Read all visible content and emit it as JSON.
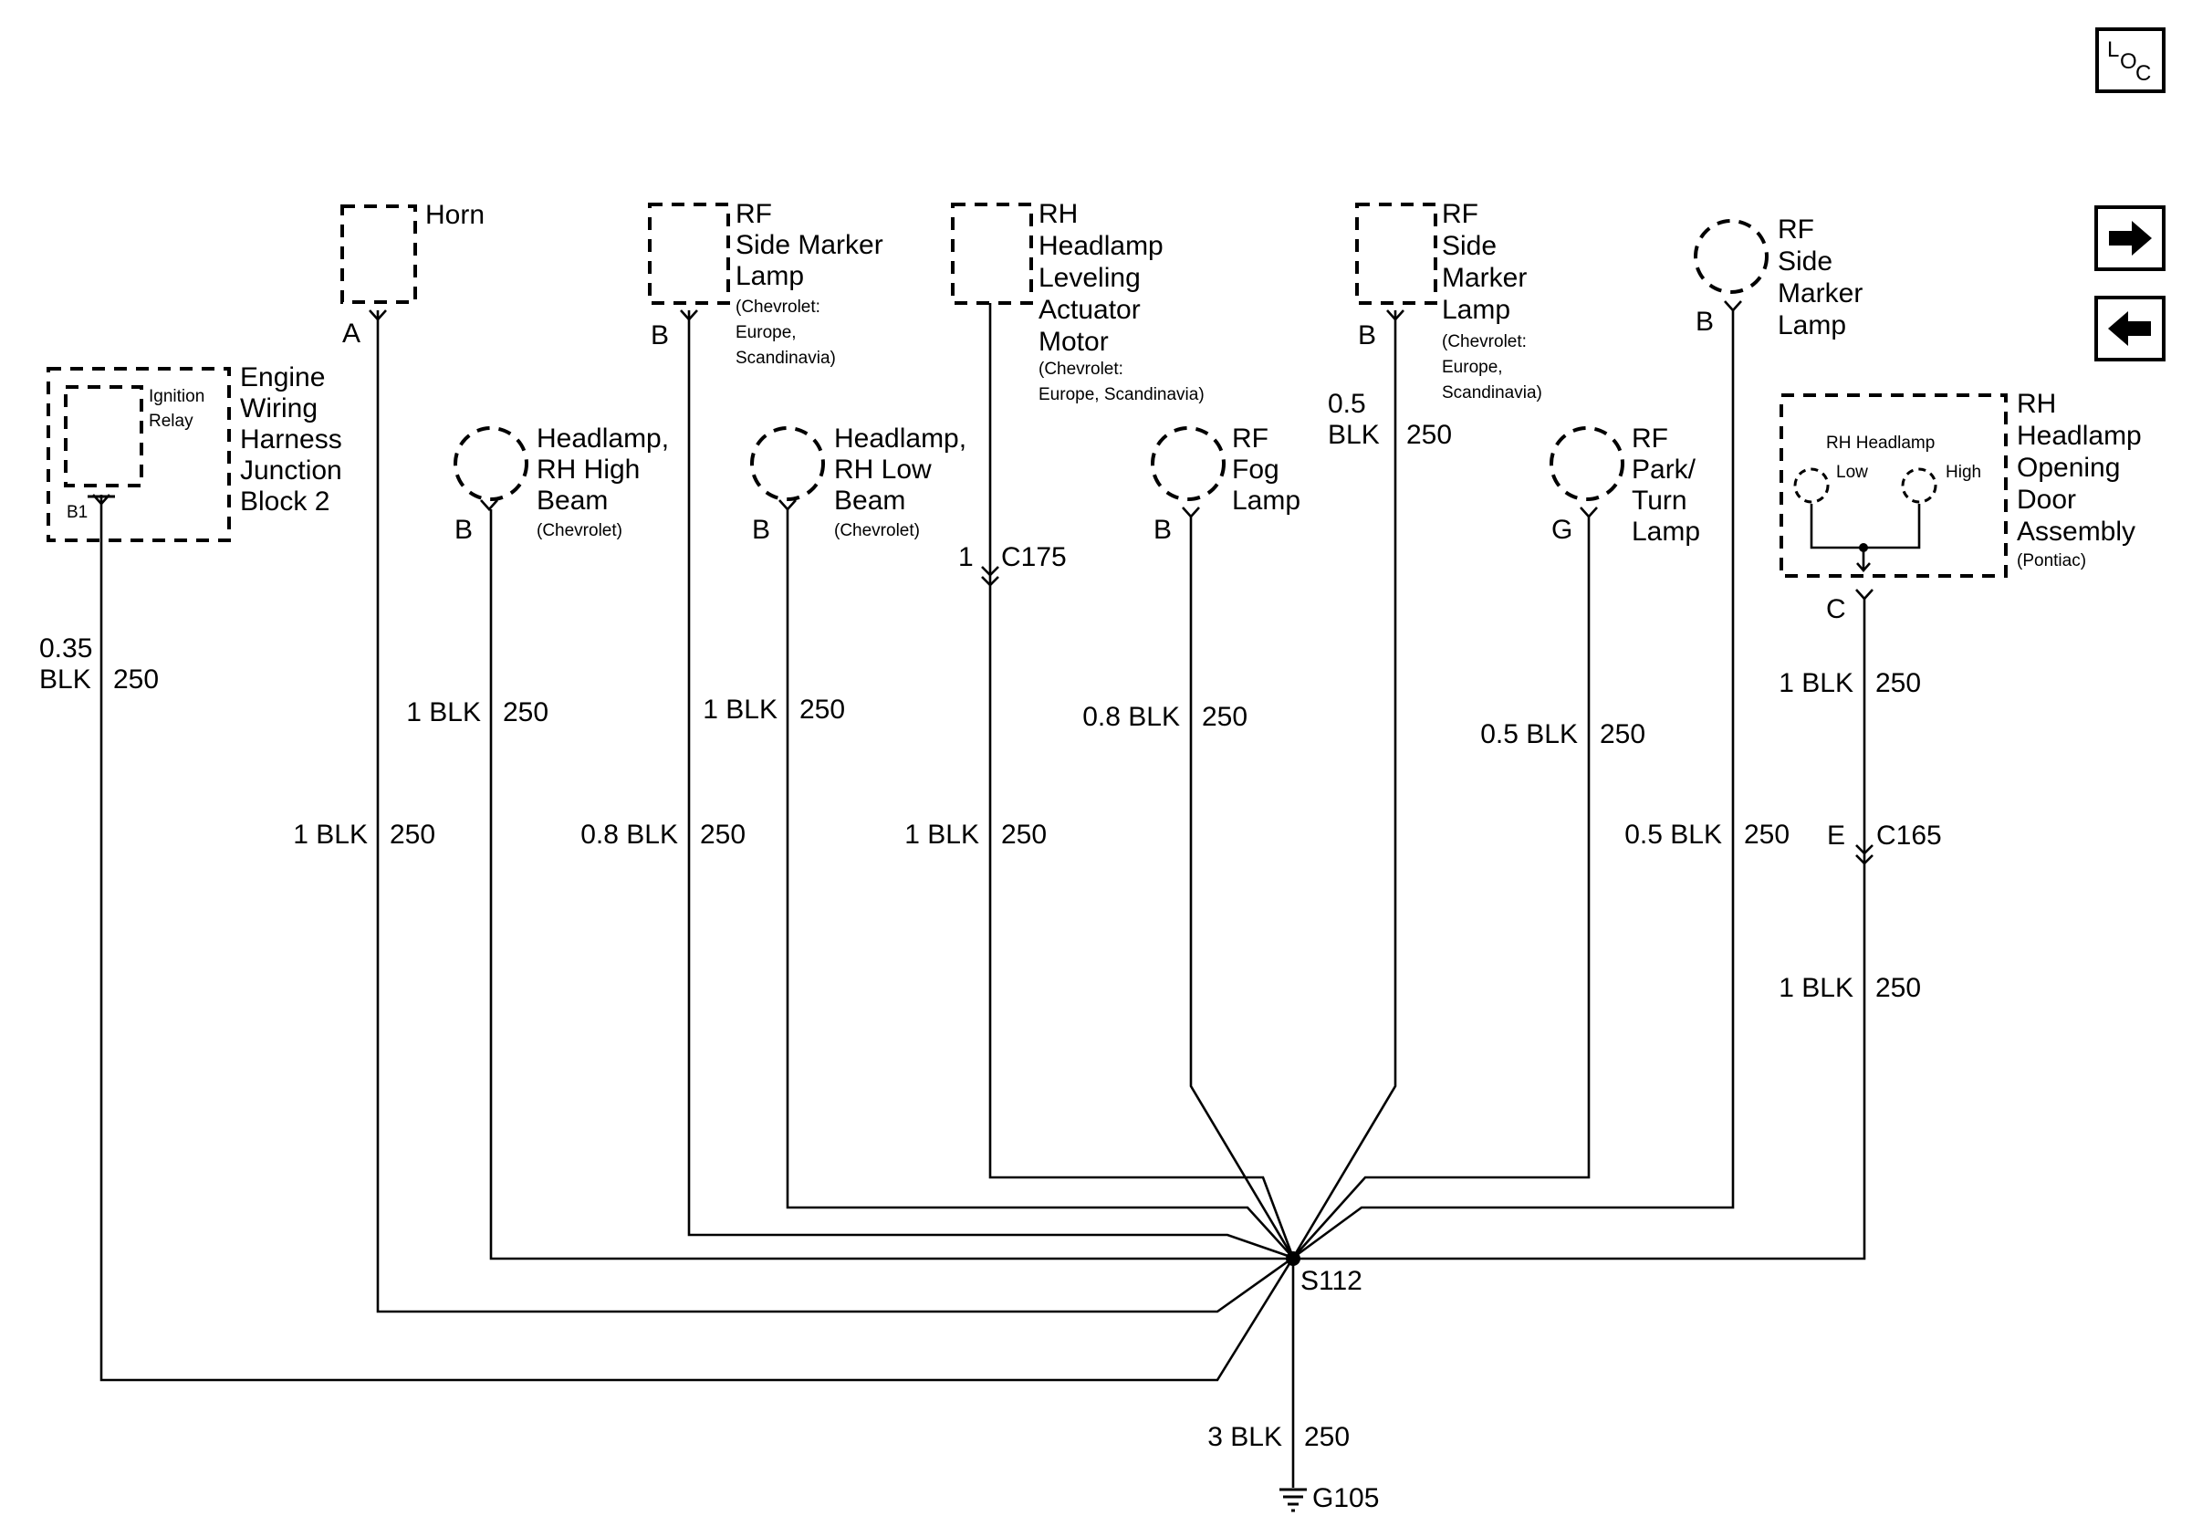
{
  "nav": {
    "loc": {
      "l": "L",
      "o": "O",
      "c": "C"
    },
    "next_icon": "arrow-right-icon",
    "prev_icon": "arrow-left-icon"
  },
  "components": {
    "horn": {
      "name": "Horn",
      "pin": "A"
    },
    "rf_side_marker_chev": {
      "line1": "RF",
      "line2": "Side Marker",
      "line3": "Lamp",
      "note1": "(Chevrolet:",
      "note2": "Europe,",
      "note3": "Scandinavia)",
      "pin": "B"
    },
    "rh_leveling": {
      "line1": "RH",
      "line2": "Headlamp",
      "line3": "Leveling",
      "line4": "Actuator",
      "line5": "Motor",
      "note1": "(Chevrolet:",
      "note2": "Europe, Scandinavia)"
    },
    "rf_side_marker_chev2": {
      "line1": "RF",
      "line2": "Side",
      "line3": "Marker",
      "line4": "Lamp",
      "note1": "(Chevrolet:",
      "note2": "Europe,",
      "note3": "Scandinavia)",
      "pin": "B"
    },
    "rf_side_marker": {
      "line1": "RF",
      "line2": "Side",
      "line3": "Marker",
      "line4": "Lamp",
      "pin": "B"
    },
    "junction_block": {
      "line1": "Engine",
      "line2": "Wiring",
      "line3": "Harness",
      "line4": "Junction",
      "line5": "Block 2",
      "relay1": "Ignition",
      "relay2": "Relay",
      "pin": "B1"
    },
    "hl_high": {
      "line1": "Headlamp,",
      "line2": "RH High",
      "line3": "Beam",
      "note": "(Chevrolet)",
      "pin": "B"
    },
    "hl_low": {
      "line1": "Headlamp,",
      "line2": "RH Low",
      "line3": "Beam",
      "note": "(Chevrolet)",
      "pin": "B"
    },
    "fog": {
      "line1": "RF",
      "line2": "Fog",
      "line3": "Lamp",
      "pin": "B"
    },
    "park_turn": {
      "line1": "RF",
      "line2": "Park/",
      "line3": "Turn",
      "line4": "Lamp",
      "pin": "G"
    },
    "door": {
      "line1": "RH",
      "line2": "Headlamp",
      "line3": "Opening",
      "line4": "Door",
      "line5": "Assembly",
      "note": "(Pontiac)",
      "inner": "RH Headlamp",
      "low": "Low",
      "high": "High",
      "pin": "C"
    }
  },
  "connectors": {
    "c175": {
      "pin": "1",
      "name": "C175"
    },
    "c165": {
      "pin": "E",
      "name": "C165"
    }
  },
  "wires": {
    "jb": {
      "gauge1": "0.35",
      "gauge2": "BLK",
      "circuit": "250"
    },
    "horn": {
      "label": "1 BLK",
      "circuit": "250"
    },
    "high": {
      "label": "1 BLK",
      "circuit": "250"
    },
    "sm1": {
      "label": "0.8 BLK",
      "circuit": "250"
    },
    "low": {
      "label": "1 BLK",
      "circuit": "250"
    },
    "lev": {
      "label": "1 BLK",
      "circuit": "250"
    },
    "fog": {
      "label": "0.8 BLK",
      "circuit": "250"
    },
    "sm2": {
      "gauge1": "0.5",
      "gauge2": "BLK",
      "circuit": "250"
    },
    "park": {
      "label": "0.5 BLK",
      "circuit": "250"
    },
    "sm3": {
      "label": "0.5 BLK",
      "circuit": "250"
    },
    "door_a": {
      "label": "1 BLK",
      "circuit": "250"
    },
    "door_b": {
      "label": "1 BLK",
      "circuit": "250"
    },
    "ground": {
      "label": "3 BLK",
      "circuit": "250"
    }
  },
  "splice": "S112",
  "ground": "G105"
}
